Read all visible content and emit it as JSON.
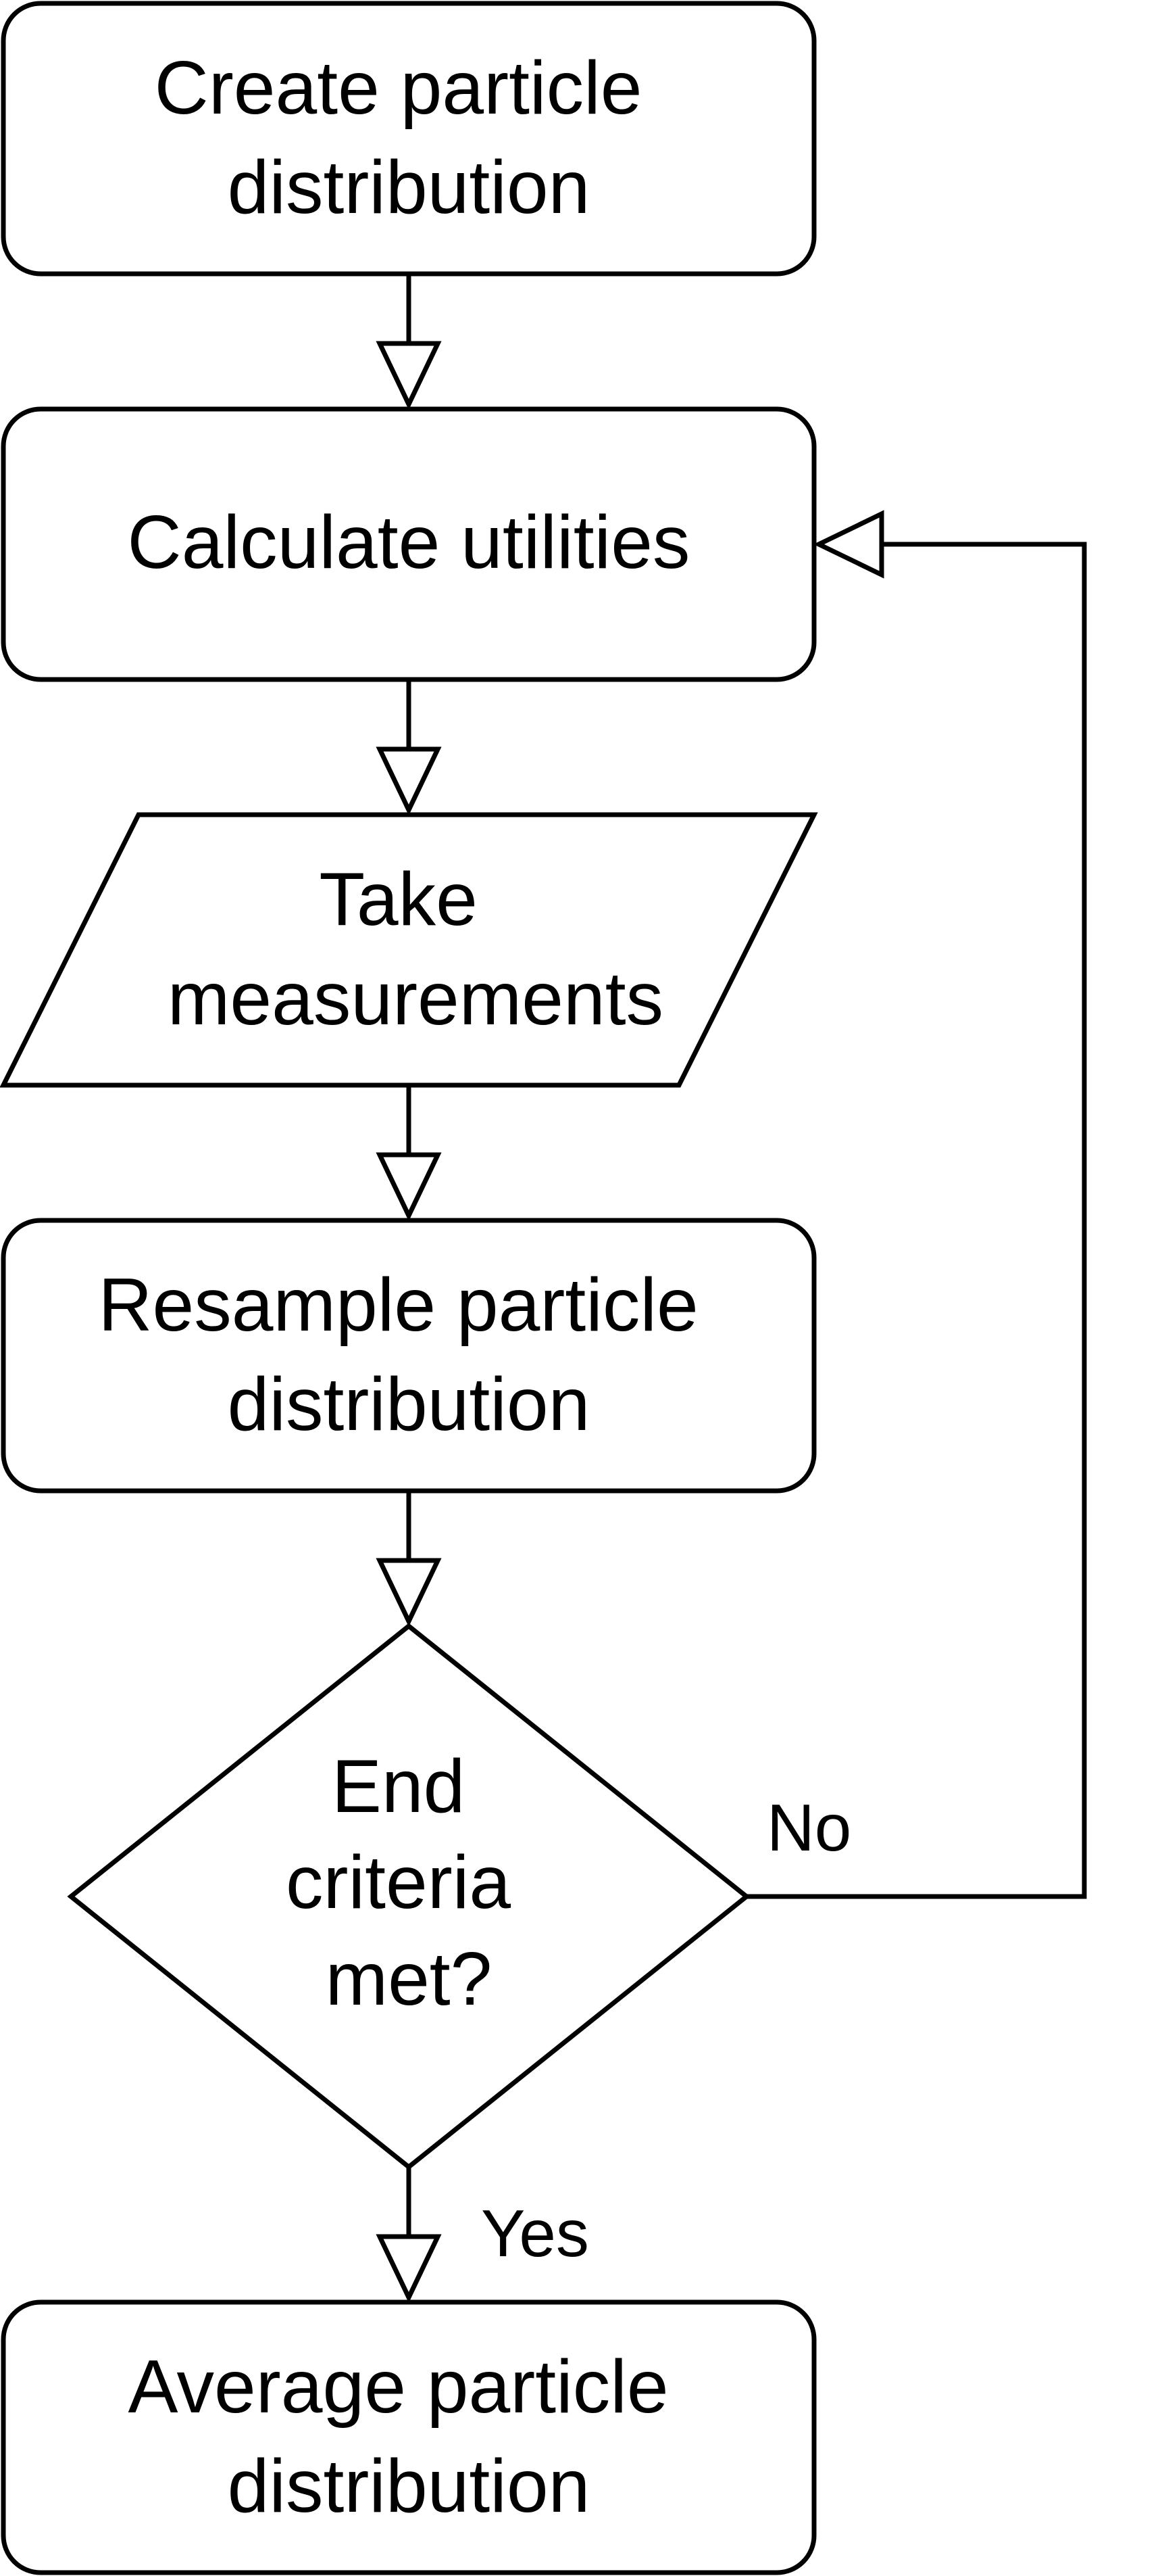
{
  "nodes": {
    "create": {
      "shape": "rounded-rectangle",
      "lines": [
        "Create particle",
        "distribution"
      ]
    },
    "calculate": {
      "shape": "rounded-rectangle",
      "lines": [
        "Calculate utilities"
      ]
    },
    "measure": {
      "shape": "parallelogram",
      "lines": [
        "Take",
        "measurements"
      ]
    },
    "resample": {
      "shape": "rounded-rectangle",
      "lines": [
        "Resample particle",
        "distribution"
      ]
    },
    "decision": {
      "shape": "diamond",
      "lines": [
        "End",
        "criteria",
        "met?"
      ]
    },
    "average": {
      "shape": "rounded-rectangle",
      "lines": [
        "Average particle",
        "distribution"
      ]
    }
  },
  "edges": {
    "no_label": "No",
    "yes_label": "Yes"
  },
  "colors": {
    "stroke": "#000000",
    "fill": "#ffffff",
    "background": "#ffffff"
  }
}
